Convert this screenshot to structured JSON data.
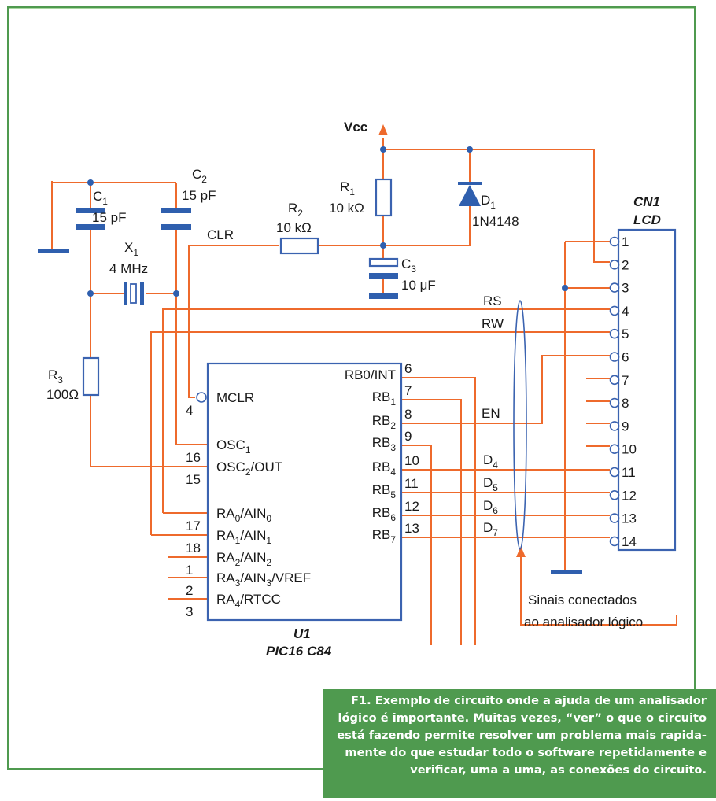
{
  "figure": {
    "caption": "F1. Exemplo de circuito onde a ajuda de um analisador lógico é importante. Muitas vezes, “ver” o que o circuito está fazendo permite resolver um problema mais rapidamente do que estudar todo o software repetidamente e verificar, uma a uma, as conexões do circuito.",
    "caption_lines": [
      "F1. Exemplo de circuito onde a ajuda de um analisador",
      "lógico é importante. Muitas vezes, “ver” o que o circuito",
      "está fazendo permite resolver um problema mais rapida-",
      "mente do que estudar todo o software repetidamente e",
      "verificar, uma a uma, as conexões do circuito."
    ],
    "colors": {
      "frame": "#4f9a4f",
      "wire": "#ee6a2c",
      "component": "#2f5fae"
    }
  },
  "components": {
    "vcc": "Vcc",
    "c1": {
      "name": "C",
      "sub": "1",
      "value": "15 pF"
    },
    "c2": {
      "name": "C",
      "sub": "2",
      "value": "15 pF"
    },
    "x1": {
      "name": "X",
      "sub": "1",
      "value": "4 MHz"
    },
    "r1": {
      "name": "R",
      "sub": "1",
      "value": "10 kΩ"
    },
    "r2": {
      "name": "R",
      "sub": "2",
      "value": "10 kΩ"
    },
    "r3": {
      "name": "R",
      "sub": "3",
      "value": "100Ω"
    },
    "c3": {
      "name": "C",
      "sub": "3",
      "value": "10 μF"
    },
    "d1": {
      "name": "D",
      "sub": "1",
      "value": "1N4148"
    },
    "clr": "CLR",
    "u1": {
      "ref": "U1",
      "part": "PIC16 C84"
    },
    "cn1": {
      "ref": "CN1",
      "part": "LCD"
    }
  },
  "u1_left_pins": [
    {
      "num": "4",
      "label": "MCLR"
    },
    {
      "num": "16",
      "label": "OSC",
      "sub": "1",
      "rest": ""
    },
    {
      "num": "15",
      "label": "OSC",
      "sub": "2",
      "rest": "/OUT"
    },
    {
      "num": "17",
      "label": "RA",
      "sub": "0",
      "rest": "/AIN",
      "sub2": "0"
    },
    {
      "num": "18",
      "label": "RA",
      "sub": "1",
      "rest": "/AIN",
      "sub2": "1"
    },
    {
      "num": "1",
      "label": "RA",
      "sub": "2",
      "rest": "/AIN",
      "sub2": "2"
    },
    {
      "num": "2",
      "label": "RA",
      "sub": "3",
      "rest": "/AIN",
      "sub2": "3",
      "rest2": "/VREF"
    },
    {
      "num": "3",
      "label": "RA",
      "sub": "4",
      "rest": "/RTCC"
    }
  ],
  "u1_right_pins": [
    {
      "num": "6",
      "label": "RB0/INT"
    },
    {
      "num": "7",
      "label": "RB",
      "sub": "1"
    },
    {
      "num": "8",
      "label": "RB",
      "sub": "2"
    },
    {
      "num": "9",
      "label": "RB",
      "sub": "3"
    },
    {
      "num": "10",
      "label": "RB",
      "sub": "4"
    },
    {
      "num": "11",
      "label": "RB",
      "sub": "5"
    },
    {
      "num": "12",
      "label": "RB",
      "sub": "6"
    },
    {
      "num": "13",
      "label": "RB",
      "sub": "7"
    }
  ],
  "signals": {
    "rs": "RS",
    "rw": "RW",
    "en": "EN",
    "d4": "D4",
    "d5": "D5",
    "d6": "D6",
    "d7": "D7"
  },
  "lcd_pins": [
    "1",
    "2",
    "3",
    "4",
    "5",
    "6",
    "7",
    "8",
    "9",
    "10",
    "11",
    "12",
    "13",
    "14"
  ],
  "annotation": {
    "line1": "Sinais conectados",
    "line2": "ao analisador lógico"
  }
}
